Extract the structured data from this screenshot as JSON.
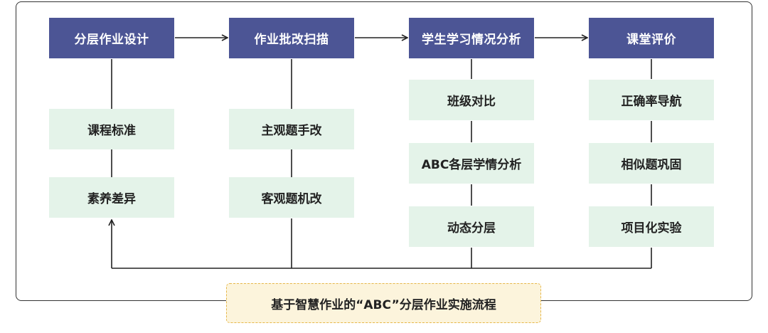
{
  "title": "基于智慧作业的“ABC”分层作业实施流程",
  "columns": [
    {
      "header": "分层作业设计",
      "items": [
        "课程标准",
        "素养差异"
      ]
    },
    {
      "header": "作业批改扫描",
      "items": [
        "主观题手改",
        "客观题机改"
      ]
    },
    {
      "header": "学生学习情况分析",
      "items": [
        "班级对比",
        "ABC各层学情分析",
        "动态分层"
      ]
    },
    {
      "header": "课堂评价",
      "items": [
        "正确率导航",
        "相似题巩固",
        "项目化实验"
      ]
    }
  ],
  "colors": {
    "header_fill": "#4c5595",
    "item_fill": "#e4f3e9",
    "footer_fill": "#fcf4dc",
    "footer_border": "#e6b74a",
    "line": "#222222"
  }
}
